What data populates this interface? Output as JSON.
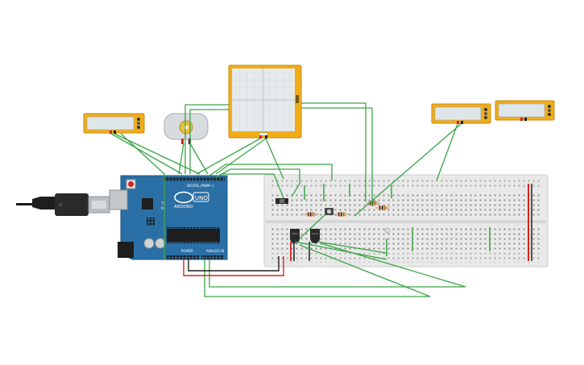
{
  "board": {
    "model": "UNO",
    "brand": "ARDUINO",
    "header_digital": "DIGITAL (PWM~)",
    "header_power": "POWER",
    "header_analog": "ANALOG IN",
    "led_tx": "TX",
    "led_rx": "RX"
  },
  "colors": {
    "wire_green": "#3aa546",
    "wire_red": "#d0261d",
    "wire_black": "#1e1e1e",
    "arduino_blue": "#2a6fa5",
    "device_yellow": "#f0ad1a",
    "breadboard": "#e9e9e9",
    "resistor": "#d9b27c"
  }
}
